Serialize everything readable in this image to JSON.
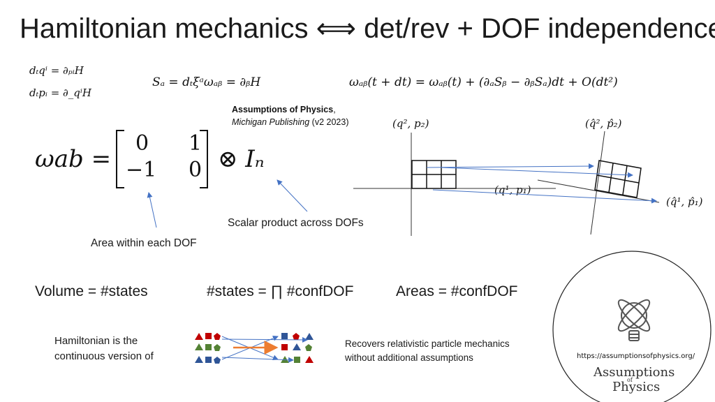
{
  "title": "Hamiltonian mechanics ⟺ det/rev + DOF independence",
  "equations": {
    "hamilton_q": "dₜqⁱ = ∂ₚᵢH",
    "hamilton_p": "dₜpᵢ = ∂_qⁱH",
    "symplectic": "Sₐ = dₜξᵃωₐᵦ = ∂ᵦH",
    "evolution": "ωₐᵦ(t + dt) = ωₐᵦ(t) + (∂ₐSᵦ − ∂ᵦSₐ)dt + O(dt²)",
    "omega_lhs": "ωab =",
    "matrix": [
      "0",
      "1",
      "−1",
      "0"
    ],
    "tensor_rhs": "⊗ Iₙ"
  },
  "reference": {
    "title": "Assumptions of Physics",
    "publisher": "Michigan Publishing",
    "version": "(v2 2023)"
  },
  "diagram": {
    "label_q2p2": "(q², p₂)",
    "label_q1p1": "(q¹, p₁)",
    "label_hat_q2p2": "(q̂², p̂₂)",
    "label_hat_q1p1": "(q̂¹, p̂₁)"
  },
  "annotations": {
    "scalar_product": "Scalar product across DOFs",
    "area_within": "Area within each DOF"
  },
  "relations": {
    "volume": "Volume = #states",
    "states": "#states = ∏ #confDOF",
    "areas": "Areas = #confDOF"
  },
  "bottom": {
    "hamiltonian_line1": "Hamiltonian is the",
    "hamiltonian_line2": "continuous version of",
    "recovers_line1": "Recovers relativistic particle mechanics",
    "recovers_line2": "without additional assumptions"
  },
  "logo": {
    "url": "https://assumptionsofphysics.org/",
    "name_line1": "Assumptions",
    "name_of": "of",
    "name_line2": "Physics"
  },
  "colors": {
    "arrow_blue": "#4472c4",
    "arrow_orange": "#ed7d31",
    "shape_red": "#c00000",
    "shape_blue": "#2f5597",
    "shape_green": "#548235"
  }
}
